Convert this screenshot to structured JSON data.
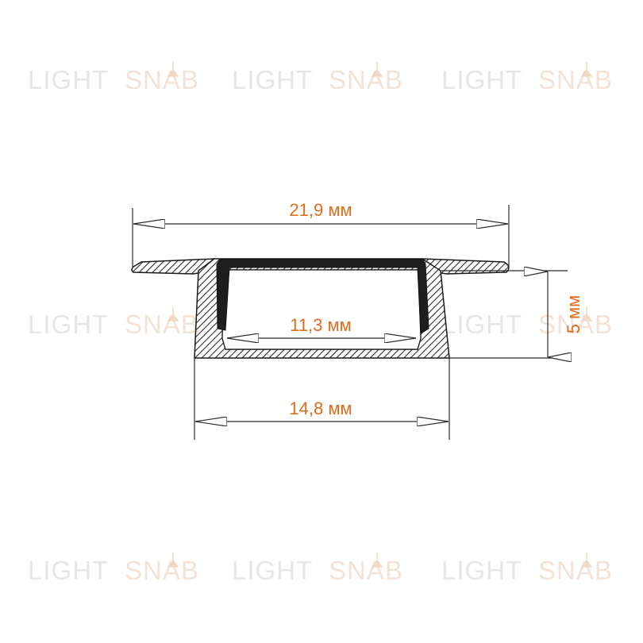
{
  "watermark": {
    "light": "LIGHT",
    "snab": "SNAB",
    "light_color": "#e6e6e6",
    "snab_color": "#f3e3d6",
    "lamp_color": "#f0d9c4"
  },
  "dimensions": {
    "top_width": "21,9 мм",
    "inner_width": "11,3 мм",
    "bottom_width": "14,8 мм",
    "height": "5 мм"
  },
  "colors": {
    "label": "#e06d1c",
    "line": "#2a2a2a",
    "profile_fill": "#ffffff",
    "profile_stroke": "#1a1a1a",
    "diffuser": "#1e1e1e"
  }
}
